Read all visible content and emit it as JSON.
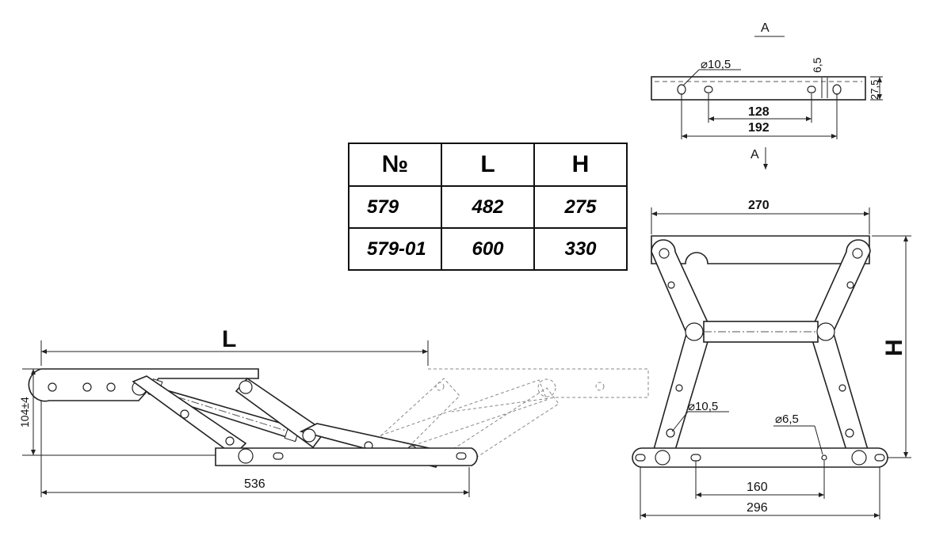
{
  "table": {
    "headers": [
      "№",
      "L",
      "H"
    ],
    "rows": [
      [
        "579",
        "482",
        "275"
      ],
      [
        "579-01",
        "600",
        "330"
      ]
    ]
  },
  "section": {
    "label_top": "A",
    "label_bottom": "A",
    "hole_dia": "⌀10,5",
    "slot_w": "6,5",
    "height": "27,5",
    "inner_span": "128",
    "outer_span": "192"
  },
  "side_view": {
    "length_label": "L",
    "height": "104±4",
    "base_length": "536"
  },
  "front_view": {
    "top_width": "270",
    "height_label": "H",
    "hole_large": "⌀10,5",
    "hole_small": "⌀6,5",
    "inner_span": "160",
    "base_width": "296"
  }
}
